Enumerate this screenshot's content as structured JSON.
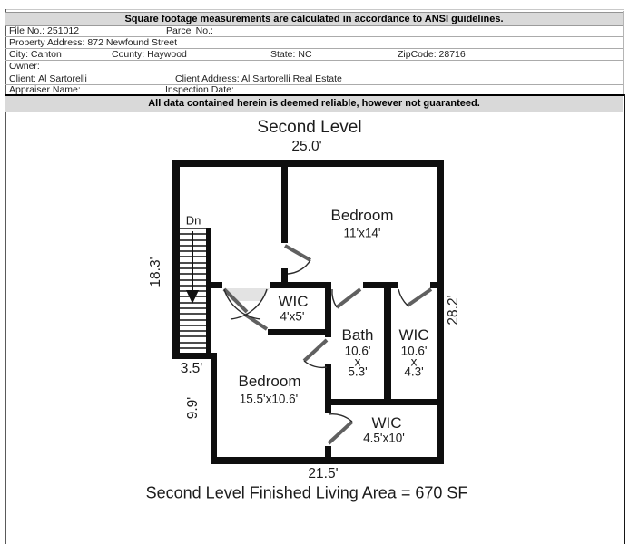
{
  "header": {
    "top_banner": "Square footage measurements are calculated in accordance to ANSI guidelines.",
    "bottom_banner": "All data contained herein is deemed reliable, however not guaranteed.",
    "fields": {
      "file_no": {
        "label": "File No.:",
        "value": "251012"
      },
      "parcel_no": {
        "label": "Parcel No.:",
        "value": ""
      },
      "property_address": {
        "label": "Property Address:",
        "value": "872 Newfound Street"
      },
      "city": {
        "label": "City:",
        "value": "Canton"
      },
      "county": {
        "label": "County:",
        "value": "Haywood"
      },
      "state": {
        "label": "State:",
        "value": "NC"
      },
      "zipcode": {
        "label": "ZipCode:",
        "value": "28716"
      },
      "owner": {
        "label": "Owner:",
        "value": ""
      },
      "client": {
        "label": "Client:",
        "value": "Al Sartorelli"
      },
      "client_address": {
        "label": "Client Address:",
        "value": "Al Sartorelli Real Estate"
      },
      "appraiser_name": {
        "label": "Appraiser Name:",
        "value": ""
      },
      "inspection_date": {
        "label": "Inspection Date:",
        "value": ""
      }
    }
  },
  "plan": {
    "title": "Second Level",
    "footer": "Second Level Finished Living Area = 670 SF",
    "stairs_label": "Dn",
    "dimensions": {
      "top": "25.0'",
      "left_upper": "18.3'",
      "stair_bottom": "3.5'",
      "left_lower": "9.9'",
      "right": "28.2'",
      "bottom": "21.5'"
    },
    "rooms": {
      "bedroom_upper": {
        "name": "Bedroom",
        "size": "11'x14'"
      },
      "wic_small": {
        "name": "WIC",
        "size": "4'x5'"
      },
      "bath": {
        "name": "Bath",
        "dim1": "10.6'",
        "dim2": "x",
        "dim3": "5.3'"
      },
      "wic_right": {
        "name": "WIC",
        "dim1": "10.6'",
        "dim2": "x",
        "dim3": "4.3'"
      },
      "bedroom_lower": {
        "name": "Bedroom",
        "size": "15.5'x10.6'"
      },
      "wic_bottom": {
        "name": "WIC",
        "size": "4.5'x10'"
      }
    },
    "colors": {
      "wall": "#0e0e0e",
      "banner_bg": "#d9d9d9"
    }
  }
}
